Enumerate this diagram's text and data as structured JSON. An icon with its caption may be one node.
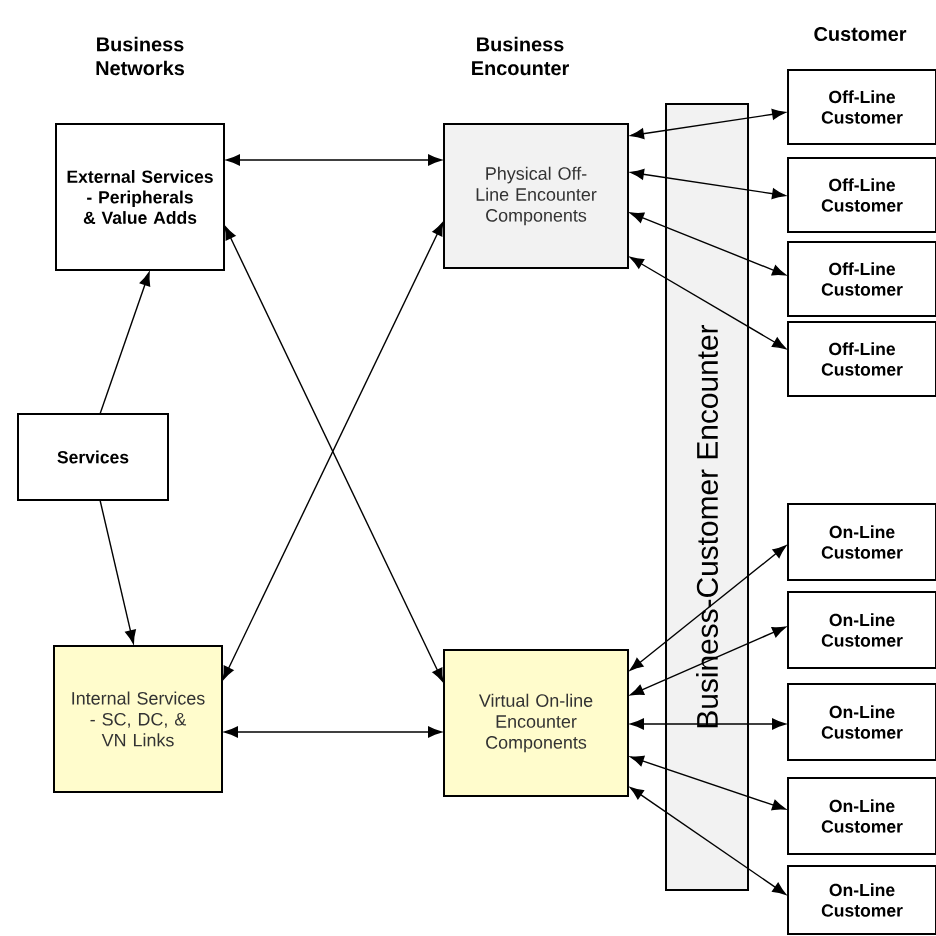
{
  "diagram": {
    "nodes": [
      {
        "text": [
          "External Services - Peripherals & Value Adds"
        ]
      },
      {
        "text": [
          "Physical Off-Line Encounter Components"
        ]
      },
      {
        "text": [
          "Services"
        ]
      },
      {
        "text": [
          "Internal Services - SC, DC, & VN Links"
        ]
      },
      {
        "text": [
          "Virtual On-line Encounter Components"
        ]
      },
      {
        "text": [
          "Off-Line Customer"
        ]
      },
      {
        "text": [
          "Off-Line Customer"
        ]
      },
      {
        "text": [
          "Off-Line Customer"
        ]
      },
      {
        "text": [
          "Off-Line Customer"
        ]
      },
      {
        "text": [
          "On-Line Customer"
        ]
      },
      {
        "text": [
          "On-Line Customer"
        ]
      },
      {
        "text": [
          "On-Line Customer"
        ]
      },
      {
        "text": [
          "On-Line Customer"
        ]
      },
      {
        "text": [
          "On-Line Customer"
        ]
      }
    ],
    "edges": [
      {
        "from": 0,
        "to": 1,
        "arrow": "both"
      },
      {
        "from": 2,
        "to": 0,
        "arrow": "to"
      },
      {
        "from": 2,
        "to": 3,
        "arrow": "to"
      },
      {
        "from": 0,
        "to": 4,
        "arrow": "both"
      },
      {
        "from": 3,
        "to": 1,
        "arrow": "both"
      },
      {
        "from": 3,
        "to": 4,
        "arrow": "both"
      },
      {
        "from": 1,
        "to": 5,
        "arrow": "both"
      },
      {
        "from": 1,
        "to": 6,
        "arrow": "both"
      },
      {
        "from": 1,
        "to": 7,
        "arrow": "both"
      },
      {
        "from": 1,
        "to": 8,
        "arrow": "both"
      },
      {
        "from": 4,
        "to": 9,
        "arrow": "both"
      },
      {
        "from": 4,
        "to": 10,
        "arrow": "both"
      },
      {
        "from": 4,
        "to": 11,
        "arrow": "both"
      },
      {
        "from": 4,
        "to": 12,
        "arrow": "both"
      },
      {
        "from": 4,
        "to": 13,
        "arrow": "both"
      }
    ],
    "labels": [
      "Business Networks",
      "Business Encounter",
      "Customer",
      "Business-Customer Encounter"
    ]
  }
}
